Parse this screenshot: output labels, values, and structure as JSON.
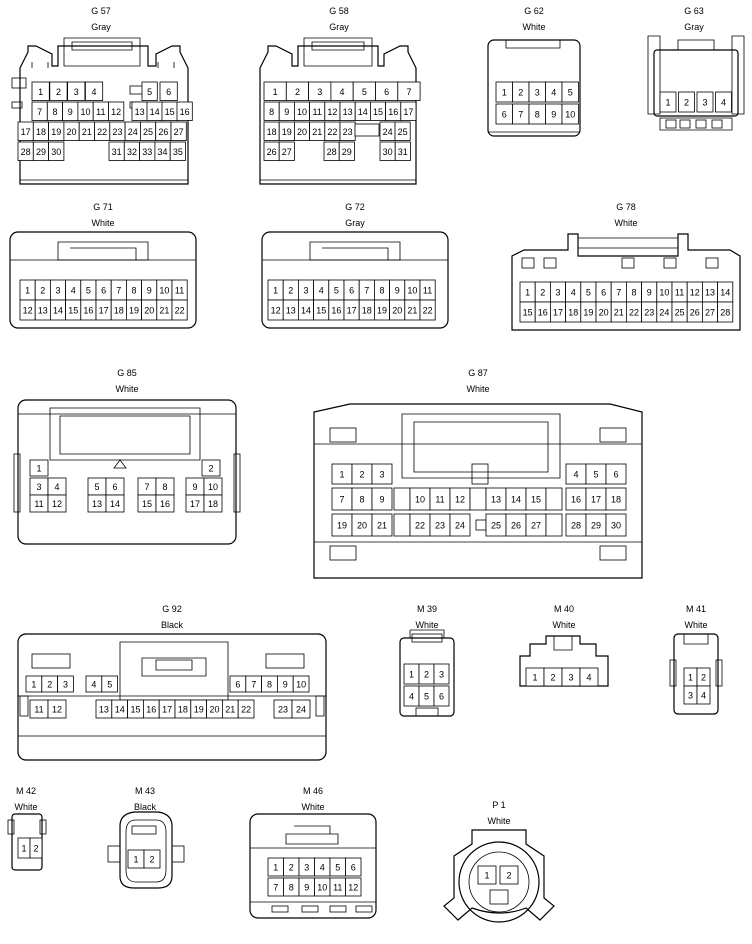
{
  "connectors": [
    {
      "id": "G57",
      "name": "G 57",
      "color": "Gray",
      "rows": [
        [
          "1",
          "2",
          "3",
          "4",
          "",
          "5",
          "6"
        ],
        [
          "7",
          "8",
          "9",
          "10",
          "11",
          "12",
          "13",
          "14",
          "15",
          "16"
        ],
        [
          "17",
          "18",
          "19",
          "20",
          "21",
          "22",
          "23",
          "24",
          "25",
          "26",
          "27"
        ],
        [
          "28",
          "29",
          "30",
          "",
          "",
          "31",
          "32",
          "33",
          "34",
          "35"
        ]
      ]
    },
    {
      "id": "G58",
      "name": "G 58",
      "color": "Gray",
      "rows": [
        [
          "1",
          "2",
          "3",
          "4",
          "5",
          "6",
          "7"
        ],
        [
          "8",
          "9",
          "10",
          "11",
          "12",
          "13",
          "14",
          "15",
          "16",
          "17"
        ],
        [
          "18",
          "19",
          "20",
          "21",
          "22",
          "23",
          "",
          "24",
          "25"
        ],
        [
          "26",
          "27",
          "",
          "28",
          "29",
          "",
          "30",
          "31"
        ]
      ]
    },
    {
      "id": "G62",
      "name": "G 62",
      "color": "White",
      "rows": [
        [
          "1",
          "2",
          "3",
          "4",
          "5"
        ],
        [
          "6",
          "7",
          "8",
          "9",
          "10"
        ]
      ]
    },
    {
      "id": "G63",
      "name": "G 63",
      "color": "Gray",
      "rows": [
        [
          "1",
          "2",
          "3",
          "4"
        ]
      ]
    },
    {
      "id": "G71",
      "name": "G 71",
      "color": "White",
      "rows": [
        [
          "1",
          "2",
          "3",
          "4",
          "5",
          "6",
          "7",
          "8",
          "9",
          "10",
          "11"
        ],
        [
          "12",
          "13",
          "14",
          "15",
          "16",
          "17",
          "18",
          "19",
          "20",
          "21",
          "22"
        ]
      ]
    },
    {
      "id": "G72",
      "name": "G 72",
      "color": "Gray",
      "rows": [
        [
          "1",
          "2",
          "3",
          "4",
          "5",
          "6",
          "7",
          "8",
          "9",
          "10",
          "11"
        ],
        [
          "12",
          "13",
          "14",
          "15",
          "16",
          "17",
          "18",
          "19",
          "20",
          "21",
          "22"
        ]
      ]
    },
    {
      "id": "G78",
      "name": "G 78",
      "color": "White",
      "rows": [
        [
          "1",
          "2",
          "3",
          "4",
          "5",
          "6",
          "7",
          "8",
          "9",
          "10",
          "11",
          "12",
          "13",
          "14"
        ],
        [
          "15",
          "16",
          "17",
          "18",
          "19",
          "20",
          "21",
          "22",
          "23",
          "24",
          "25",
          "26",
          "27",
          "28"
        ]
      ]
    },
    {
      "id": "G85",
      "name": "G 85",
      "color": "White",
      "rows": [
        [
          "1",
          "2"
        ],
        [
          "3",
          "4",
          "5",
          "6",
          "7",
          "8",
          "9",
          "10"
        ],
        [
          "11",
          "12",
          "13",
          "14",
          "15",
          "16",
          "17",
          "18"
        ]
      ]
    },
    {
      "id": "G87",
      "name": "G 87",
      "color": "White",
      "rows": [
        [
          "1",
          "2",
          "3",
          "4",
          "5",
          "6"
        ],
        [
          "7",
          "8",
          "9",
          "10",
          "11",
          "12",
          "13",
          "14",
          "15",
          "16",
          "17",
          "18"
        ],
        [
          "19",
          "20",
          "21",
          "22",
          "23",
          "24",
          "25",
          "26",
          "27",
          "28",
          "29",
          "30"
        ]
      ]
    },
    {
      "id": "G92",
      "name": "G 92",
      "color": "Black",
      "rows": [
        [
          "1",
          "2",
          "3",
          "4",
          "5",
          "6",
          "7",
          "8",
          "9",
          "10"
        ],
        [
          "11",
          "12",
          "13",
          "14",
          "15",
          "16",
          "17",
          "18",
          "19",
          "20",
          "21",
          "22",
          "23",
          "24"
        ]
      ]
    },
    {
      "id": "M39",
      "name": "M 39",
      "color": "White",
      "rows": [
        [
          "1",
          "2",
          "3"
        ],
        [
          "4",
          "5",
          "6"
        ]
      ]
    },
    {
      "id": "M40",
      "name": "M 40",
      "color": "White",
      "rows": [
        [
          "1",
          "2",
          "3",
          "4"
        ]
      ]
    },
    {
      "id": "M41",
      "name": "M 41",
      "color": "White",
      "rows": [
        [
          "1",
          "2"
        ],
        [
          "3",
          "4"
        ]
      ]
    },
    {
      "id": "M42",
      "name": "M 42",
      "color": "White",
      "rows": [
        [
          "1",
          "2"
        ]
      ]
    },
    {
      "id": "M43",
      "name": "M 43",
      "color": "Black",
      "rows": [
        [
          "1",
          "2"
        ]
      ]
    },
    {
      "id": "M46",
      "name": "M 46",
      "color": "White",
      "rows": [
        [
          "1",
          "2",
          "3",
          "4",
          "5",
          "6"
        ],
        [
          "7",
          "8",
          "9",
          "10",
          "11",
          "12"
        ]
      ]
    },
    {
      "id": "P1",
      "name": "P 1",
      "color": "White",
      "rows": [
        [
          "1",
          "2"
        ]
      ]
    }
  ]
}
